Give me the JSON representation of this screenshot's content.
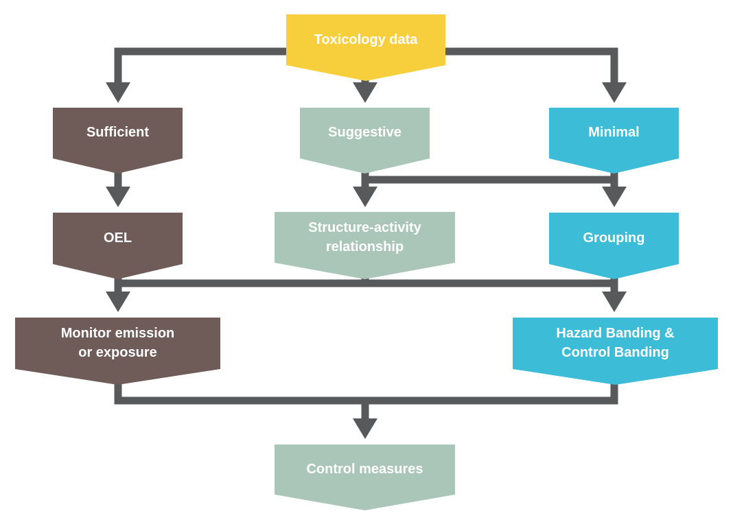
{
  "colors": {
    "connector": "#58595b",
    "yellow": "#f7cf3c",
    "brown": "#6f5b58",
    "sage": "#a9c6b9",
    "cyan": "#3dbcd8"
  },
  "nodes": {
    "toxicology": {
      "text": "Toxicology data"
    },
    "sufficient": {
      "text": "Sufficient"
    },
    "suggestive": {
      "text": "Suggestive"
    },
    "minimal": {
      "text": "Minimal"
    },
    "oel": {
      "text": "OEL"
    },
    "sar": {
      "text": "Structure-activity\nrelationship"
    },
    "grouping": {
      "text": "Grouping"
    },
    "monitor": {
      "text": "Monitor emission\nor exposure"
    },
    "hazard": {
      "text": "Hazard Banding &\nControl Banding"
    },
    "control": {
      "text": "Control measures"
    }
  },
  "edges": [
    {
      "from": "toxicology",
      "to": "sufficient"
    },
    {
      "from": "toxicology",
      "to": "suggestive"
    },
    {
      "from": "toxicology",
      "to": "minimal"
    },
    {
      "from": "sufficient",
      "to": "oel"
    },
    {
      "from": "suggestive",
      "to": "sar"
    },
    {
      "from": "suggestive",
      "to": "grouping"
    },
    {
      "from": "minimal",
      "to": "sar"
    },
    {
      "from": "minimal",
      "to": "grouping"
    },
    {
      "from": "oel",
      "to": "monitor"
    },
    {
      "from": "oel",
      "to": "hazard"
    },
    {
      "from": "sar",
      "to": "monitor"
    },
    {
      "from": "sar",
      "to": "hazard"
    },
    {
      "from": "grouping",
      "to": "monitor"
    },
    {
      "from": "grouping",
      "to": "hazard"
    },
    {
      "from": "monitor",
      "to": "control"
    },
    {
      "from": "hazard",
      "to": "control"
    }
  ]
}
